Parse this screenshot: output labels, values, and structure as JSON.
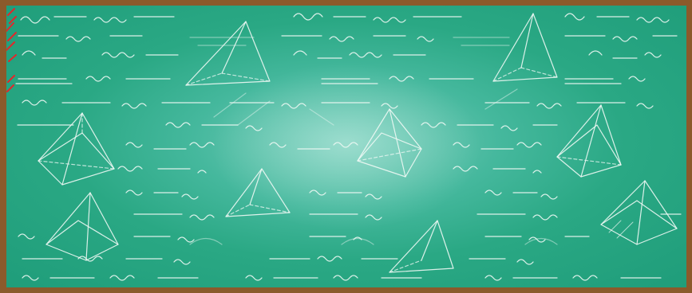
{
  "image": {
    "kind": "chalkboard",
    "palette": {
      "board_green": "#1f9d7a",
      "board_center": "#7fd0bf",
      "frame_brown": "#8b5a2b",
      "chalk_white": "#eef8f4",
      "red_chalk": "#e3272b"
    },
    "figures": [
      "pyramid",
      "pyramid",
      "pyramid",
      "pyramid",
      "pyramid",
      "pyramid",
      "pyramid",
      "pyramid"
    ]
  }
}
